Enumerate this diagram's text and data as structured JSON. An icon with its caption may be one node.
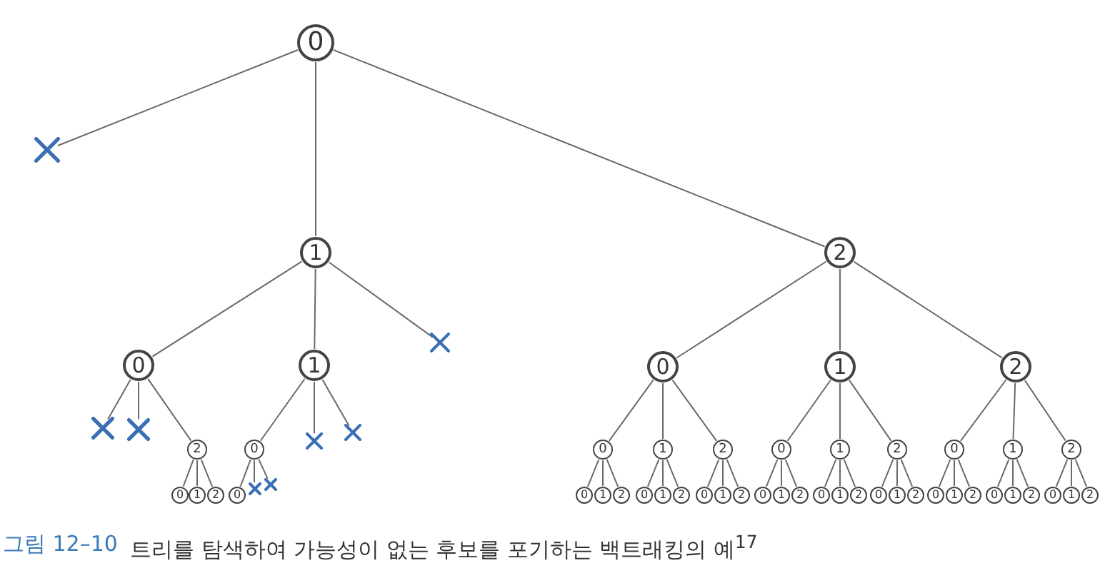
{
  "diagram": {
    "caption": "트리를 탐색하여 가능성이 없는 후보를 포기하는 백트래킹의 예$^{17}$",
    "labels": [
      "그림 12–10"
    ],
    "nodes": [
      {
        "text": [
          "0"
        ]
      },
      {
        "text": [],
        "shape": "cross"
      },
      {
        "text": [
          "1"
        ]
      },
      {
        "text": [
          "2"
        ]
      },
      {
        "text": [
          "0"
        ]
      },
      {
        "text": [
          "1"
        ]
      },
      {
        "text": [],
        "shape": "cross"
      },
      {
        "text": [
          "0"
        ]
      },
      {
        "text": [
          "1"
        ]
      },
      {
        "text": [
          "2"
        ]
      },
      {
        "text": [],
        "shape": "cross"
      },
      {
        "text": [],
        "shape": "cross"
      },
      {
        "text": [
          "2"
        ]
      },
      {
        "text": [
          "0"
        ]
      },
      {
        "text": [],
        "shape": "cross"
      },
      {
        "text": [],
        "shape": "cross"
      },
      {
        "text": [
          "0"
        ]
      },
      {
        "text": [
          "1"
        ]
      },
      {
        "text": [
          "2"
        ]
      },
      {
        "text": [
          "0"
        ]
      },
      {
        "text": [
          "1"
        ]
      },
      {
        "text": [
          "2"
        ]
      },
      {
        "text": [
          "0"
        ]
      },
      {
        "text": [
          "1"
        ]
      },
      {
        "text": [
          "2"
        ]
      },
      {
        "text": [
          "0"
        ]
      },
      {
        "text": [
          "1"
        ]
      },
      {
        "text": [
          "2"
        ]
      },
      {
        "text": [
          "0"
        ]
      },
      {
        "text": [],
        "shape": "cross"
      },
      {
        "text": [],
        "shape": "cross"
      },
      {
        "text": [
          "0"
        ]
      },
      {
        "text": [
          "1"
        ]
      },
      {
        "text": [
          "2"
        ]
      },
      {
        "text": [
          "0"
        ]
      },
      {
        "text": [
          "1"
        ]
      },
      {
        "text": [
          "2"
        ]
      },
      {
        "text": [
          "0"
        ]
      },
      {
        "text": [
          "1"
        ]
      },
      {
        "text": [
          "2"
        ]
      },
      {
        "text": [
          "0"
        ]
      },
      {
        "text": [
          "1"
        ]
      },
      {
        "text": [
          "2"
        ]
      },
      {
        "text": [
          "0"
        ]
      },
      {
        "text": [
          "1"
        ]
      },
      {
        "text": [
          "2"
        ]
      },
      {
        "text": [
          "0"
        ]
      },
      {
        "text": [
          "1"
        ]
      },
      {
        "text": [
          "2"
        ]
      },
      {
        "text": [
          "0"
        ]
      },
      {
        "text": [
          "1"
        ]
      },
      {
        "text": [
          "2"
        ]
      },
      {
        "text": [
          "0"
        ]
      },
      {
        "text": [
          "1"
        ]
      },
      {
        "text": [
          "2"
        ]
      },
      {
        "text": [
          "0"
        ]
      },
      {
        "text": [
          "1"
        ]
      },
      {
        "text": [
          "2"
        ]
      }
    ],
    "edges": [
      {
        "from": 0,
        "to": 1,
        "arrow": "none"
      },
      {
        "from": 0,
        "to": 2,
        "arrow": "none"
      },
      {
        "from": 0,
        "to": 3,
        "arrow": "none"
      },
      {
        "from": 2,
        "to": 4,
        "arrow": "none"
      },
      {
        "from": 2,
        "to": 5,
        "arrow": "none"
      },
      {
        "from": 2,
        "to": 6,
        "arrow": "none"
      },
      {
        "from": 3,
        "to": 7,
        "arrow": "none"
      },
      {
        "from": 3,
        "to": 8,
        "arrow": "none"
      },
      {
        "from": 3,
        "to": 9,
        "arrow": "none"
      },
      {
        "from": 4,
        "to": 10,
        "arrow": "none"
      },
      {
        "from": 4,
        "to": 11,
        "arrow": "none"
      },
      {
        "from": 4,
        "to": 12,
        "arrow": "none"
      },
      {
        "from": 5,
        "to": 13,
        "arrow": "none"
      },
      {
        "from": 5,
        "to": 14,
        "arrow": "none"
      },
      {
        "from": 5,
        "to": 15,
        "arrow": "none"
      },
      {
        "from": 7,
        "to": 16,
        "arrow": "none"
      },
      {
        "from": 7,
        "to": 17,
        "arrow": "none"
      },
      {
        "from": 7,
        "to": 18,
        "arrow": "none"
      },
      {
        "from": 8,
        "to": 19,
        "arrow": "none"
      },
      {
        "from": 8,
        "to": 20,
        "arrow": "none"
      },
      {
        "from": 8,
        "to": 21,
        "arrow": "none"
      },
      {
        "from": 9,
        "to": 22,
        "arrow": "none"
      },
      {
        "from": 9,
        "to": 23,
        "arrow": "none"
      },
      {
        "from": 9,
        "to": 24,
        "arrow": "none"
      },
      {
        "from": 12,
        "to": 25,
        "arrow": "none"
      },
      {
        "from": 12,
        "to": 26,
        "arrow": "none"
      },
      {
        "from": 12,
        "to": 27,
        "arrow": "none"
      },
      {
        "from": 13,
        "to": 28,
        "arrow": "none"
      },
      {
        "from": 13,
        "to": 29,
        "arrow": "none"
      },
      {
        "from": 13,
        "to": 30,
        "arrow": "none"
      },
      {
        "from": 16,
        "to": 31,
        "arrow": "none"
      },
      {
        "from": 16,
        "to": 32,
        "arrow": "none"
      },
      {
        "from": 16,
        "to": 33,
        "arrow": "none"
      },
      {
        "from": 17,
        "to": 34,
        "arrow": "none"
      },
      {
        "from": 17,
        "to": 35,
        "arrow": "none"
      },
      {
        "from": 17,
        "to": 36,
        "arrow": "none"
      },
      {
        "from": 18,
        "to": 37,
        "arrow": "none"
      },
      {
        "from": 18,
        "to": 38,
        "arrow": "none"
      },
      {
        "from": 18,
        "to": 39,
        "arrow": "none"
      },
      {
        "from": 19,
        "to": 40,
        "arrow": "none"
      },
      {
        "from": 19,
        "to": 41,
        "arrow": "none"
      },
      {
        "from": 19,
        "to": 42,
        "arrow": "none"
      },
      {
        "from": 20,
        "to": 43,
        "arrow": "none"
      },
      {
        "from": 20,
        "to": 44,
        "arrow": "none"
      },
      {
        "from": 20,
        "to": 45,
        "arrow": "none"
      },
      {
        "from": 21,
        "to": 46,
        "arrow": "none"
      },
      {
        "from": 21,
        "to": 47,
        "arrow": "none"
      },
      {
        "from": 21,
        "to": 48,
        "arrow": "none"
      },
      {
        "from": 22,
        "to": 49,
        "arrow": "none"
      },
      {
        "from": 22,
        "to": 50,
        "arrow": "none"
      },
      {
        "from": 22,
        "to": 51,
        "arrow": "none"
      },
      {
        "from": 23,
        "to": 52,
        "arrow": "none"
      },
      {
        "from": 23,
        "to": 53,
        "arrow": "none"
      },
      {
        "from": 23,
        "to": 54,
        "arrow": "none"
      },
      {
        "from": 24,
        "to": 55,
        "arrow": "none"
      },
      {
        "from": 24,
        "to": 56,
        "arrow": "none"
      },
      {
        "from": 24,
        "to": 57,
        "arrow": "none"
      }
    ]
  }
}
